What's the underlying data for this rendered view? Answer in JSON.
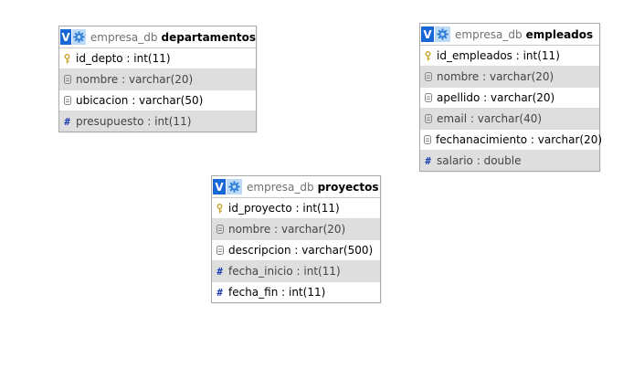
{
  "tables": {
    "departamentos": {
      "db": "empresa_db",
      "name": "departamentos",
      "columns": [
        {
          "label": "id_depto : int(11)",
          "icon": "key-icon"
        },
        {
          "label": "nombre : varchar(20)",
          "icon": "text-field-icon"
        },
        {
          "label": "ubicacion : varchar(50)",
          "icon": "text-field-icon"
        },
        {
          "label": "presupuesto : int(11)",
          "icon": "hash-icon"
        }
      ]
    },
    "empleados": {
      "db": "empresa_db",
      "name": "empleados",
      "columns": [
        {
          "label": "id_empleados : int(11)",
          "icon": "key-icon"
        },
        {
          "label": "nombre : varchar(20)",
          "icon": "text-field-icon"
        },
        {
          "label": "apellido : varchar(20)",
          "icon": "text-field-icon"
        },
        {
          "label": "email : varchar(40)",
          "icon": "text-field-icon"
        },
        {
          "label": "fechanacimiento : varchar(20)",
          "icon": "text-field-icon"
        },
        {
          "label": "salario : double",
          "icon": "hash-icon"
        }
      ]
    },
    "proyectos": {
      "db": "empresa_db",
      "name": "proyectos",
      "columns": [
        {
          "label": "id_proyecto : int(11)",
          "icon": "key-icon"
        },
        {
          "label": "nombre : varchar(20)",
          "icon": "text-field-icon"
        },
        {
          "label": "descripcion : varchar(500)",
          "icon": "text-field-icon"
        },
        {
          "label": "fecha_inicio : int(11)",
          "icon": "hash-icon"
        },
        {
          "label": "fecha_fin : int(11)",
          "icon": "hash-icon"
        }
      ]
    }
  },
  "controls": {
    "toggle_label": "V"
  },
  "colors": {
    "toggle": "#1966d6",
    "settings": "#bcd9f5",
    "alt_row": "#dedede",
    "hash": "#1f3fb3",
    "key": "#c9a227"
  }
}
